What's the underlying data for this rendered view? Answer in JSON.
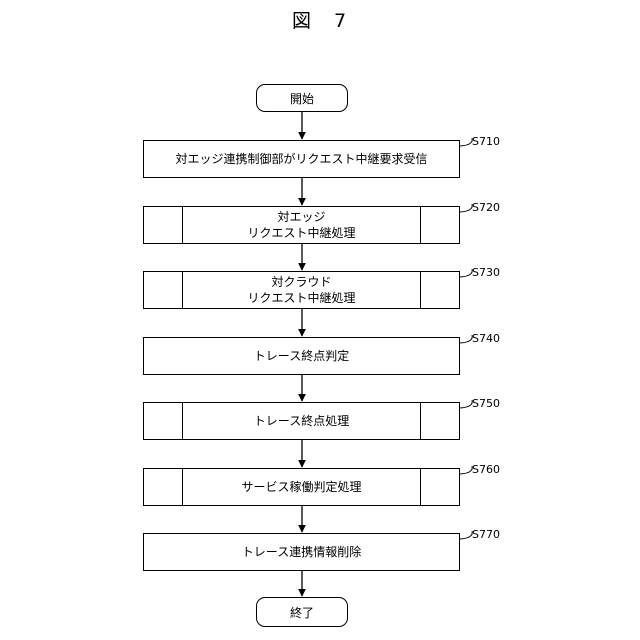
{
  "figure": {
    "title": "図　7"
  },
  "start": {
    "label": "開始"
  },
  "end": {
    "label": "終了"
  },
  "steps": [
    {
      "id": "S710",
      "lines": [
        "対エッジ連携制御部がリクエスト中継要求受信"
      ],
      "subroutine": false
    },
    {
      "id": "S720",
      "lines": [
        "対エッジ",
        "リクエスト中継処理"
      ],
      "subroutine": true
    },
    {
      "id": "S730",
      "lines": [
        "対クラウド",
        "リクエスト中継処理"
      ],
      "subroutine": true
    },
    {
      "id": "S740",
      "lines": [
        "トレース終点判定"
      ],
      "subroutine": false
    },
    {
      "id": "S750",
      "lines": [
        "トレース終点処理"
      ],
      "subroutine": true
    },
    {
      "id": "S760",
      "lines": [
        "サービス稼働判定処理"
      ],
      "subroutine": true
    },
    {
      "id": "S770",
      "lines": [
        "トレース連携情報削除"
      ],
      "subroutine": false
    }
  ]
}
